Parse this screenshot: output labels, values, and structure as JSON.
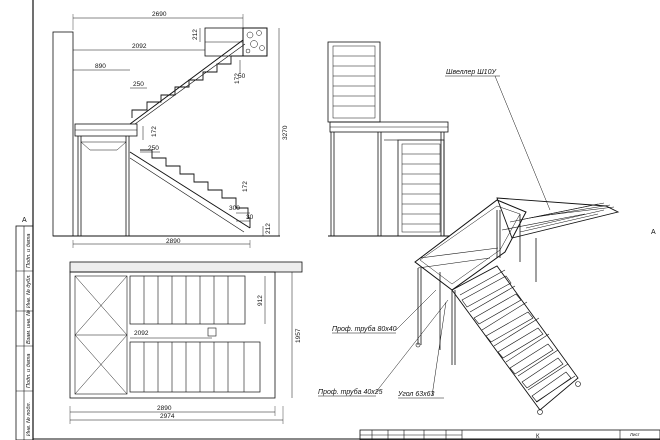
{
  "side_view": {
    "dims": {
      "total_width": "2690",
      "upper_run": "2092",
      "landing_depth": "890",
      "step_tread_a": "250",
      "step_rise_a": "172",
      "step_tread_b": "250",
      "step_rise_b": "172",
      "step_rise_c": "172",
      "step_tread_c": "300",
      "nosing": "30",
      "base_height": "212",
      "top_rise": "212",
      "top_offset": "50",
      "total_height": "3270",
      "base_width": "2890"
    }
  },
  "plan_view": {
    "dims": {
      "landing_length": "2092",
      "flight_width": "912",
      "total_depth": "1957",
      "overall_a": "2890",
      "overall_b": "2974"
    }
  },
  "callouts": {
    "channel": "Швеллер Ш10У",
    "prof_tube_large": "Проф. труба 80х40",
    "prof_tube_small": "Проф. труба 40х25",
    "angle": "Угол 63х63"
  },
  "frame": {
    "edge_mark_left": "А",
    "edge_mark_right": "А",
    "stamp_field": "К",
    "sheet_label": "Лист",
    "side_fields": [
      "Подп. и дата",
      "Инв. № дубл.",
      "Взам. инв. №",
      "Подп. и дата",
      "Инв. № подл."
    ]
  }
}
